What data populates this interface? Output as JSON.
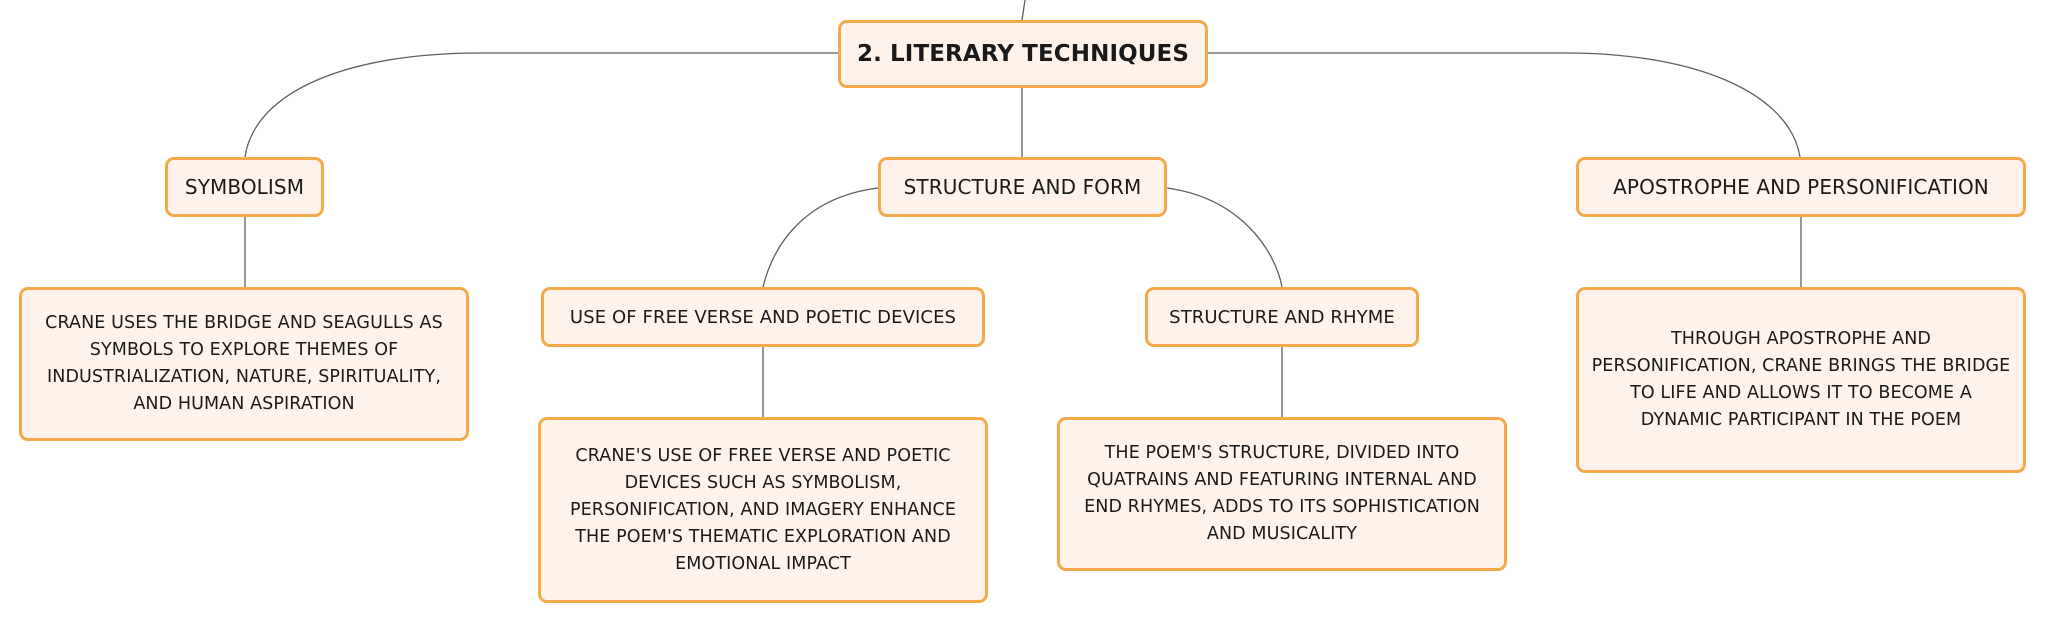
{
  "root": {
    "label": "2. LITERARY TECHNIQUES"
  },
  "symbolism": {
    "label": "SYMBOLISM",
    "description": "CRANE USES THE BRIDGE AND SEAGULLS AS SYMBOLS TO EXPLORE THEMES OF INDUSTRIALIZATION, NATURE, SPIRITUALITY, AND HUMAN ASPIRATION"
  },
  "structure_and_form": {
    "label": "STRUCTURE AND FORM",
    "free_verse": {
      "label": "USE OF FREE VERSE AND POETIC DEVICES",
      "description": "CRANE'S USE OF FREE VERSE AND POETIC DEVICES SUCH AS SYMBOLISM, PERSONIFICATION, AND IMAGERY ENHANCE THE POEM'S THEMATIC EXPLORATION AND EMOTIONAL IMPACT"
    },
    "structure_rhyme": {
      "label": "STRUCTURE AND RHYME",
      "description": "THE POEM'S STRUCTURE, DIVIDED INTO QUATRAINS AND FEATURING INTERNAL AND END RHYMES, ADDS TO ITS SOPHISTICATION AND MUSICALITY"
    }
  },
  "apostrophe": {
    "label": "APOSTROPHE AND PERSONIFICATION",
    "description": "THROUGH APOSTROPHE AND PERSONIFICATION, CRANE BRINGS THE BRIDGE TO LIFE AND ALLOWS IT TO BECOME A DYNAMIC PARTICIPANT IN THE POEM"
  },
  "colors": {
    "node_fill": "#fdf3ea",
    "node_border": "#f4aa4a",
    "connector": "#5f5f5f",
    "text": "#1a1a1a"
  }
}
